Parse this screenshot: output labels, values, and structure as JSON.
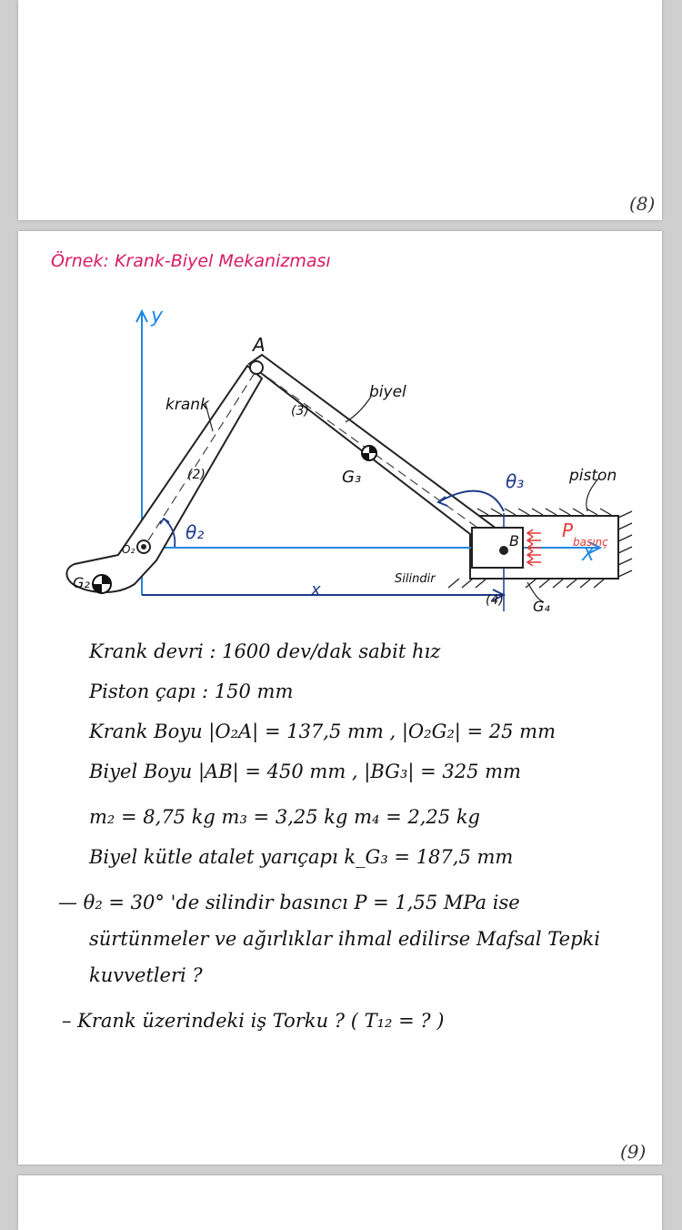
{
  "pages": {
    "top_page_number": "(8)",
    "main_page_number": "(9)"
  },
  "heading": "Örnek: Krank-Biyel Mekanizması",
  "diagram": {
    "axis_y": "y",
    "axis_x_label": "x",
    "point_A": "A",
    "point_B": "B",
    "label_krank": "krank",
    "label_biyel": "biyel",
    "link_2": "(2)",
    "link_3": "(3)",
    "link_4": "(4)",
    "label_G2": "G₂",
    "label_G3": "G₃",
    "label_G4": "G₄",
    "label_O2": "O₂",
    "theta2": "θ₂",
    "theta3": "θ₃",
    "label_piston": "piston",
    "label_silindir": "Silindir",
    "label_pressure": "P",
    "label_pressure_sub": "basınç",
    "label_X": "X",
    "colors": {
      "axis": "#1e88e5",
      "pressure": "#e53935",
      "ink": "#111111",
      "heading": "#d81b60"
    }
  },
  "text_lines": [
    "Krank devri : 1600 dev/dak sabit hız",
    "Piston çapı : 150 mm",
    "Krank Boyu |O₂A| = 137,5 mm  ,  |O₂G₂| = 25 mm",
    "Biyel Boyu  |AB| = 450 mm ,  |BG₃| = 325 mm",
    "m₂ = 8,75 kg   m₃ = 3,25 kg    m₄ = 2,25 kg",
    "Biyel kütle atalet yarıçapı  k_G₃ = 187,5 mm",
    "— θ₂ = 30° 'de silindir basıncı  P = 1,55 MPa ise",
    "sürtünmeler ve ağırlıklar ihmal edilirse Mafsal Tepki",
    "kuvvetleri ?",
    "– Krank üzerindeki iş Torku ?  ( T₁₂ = ? )"
  ]
}
